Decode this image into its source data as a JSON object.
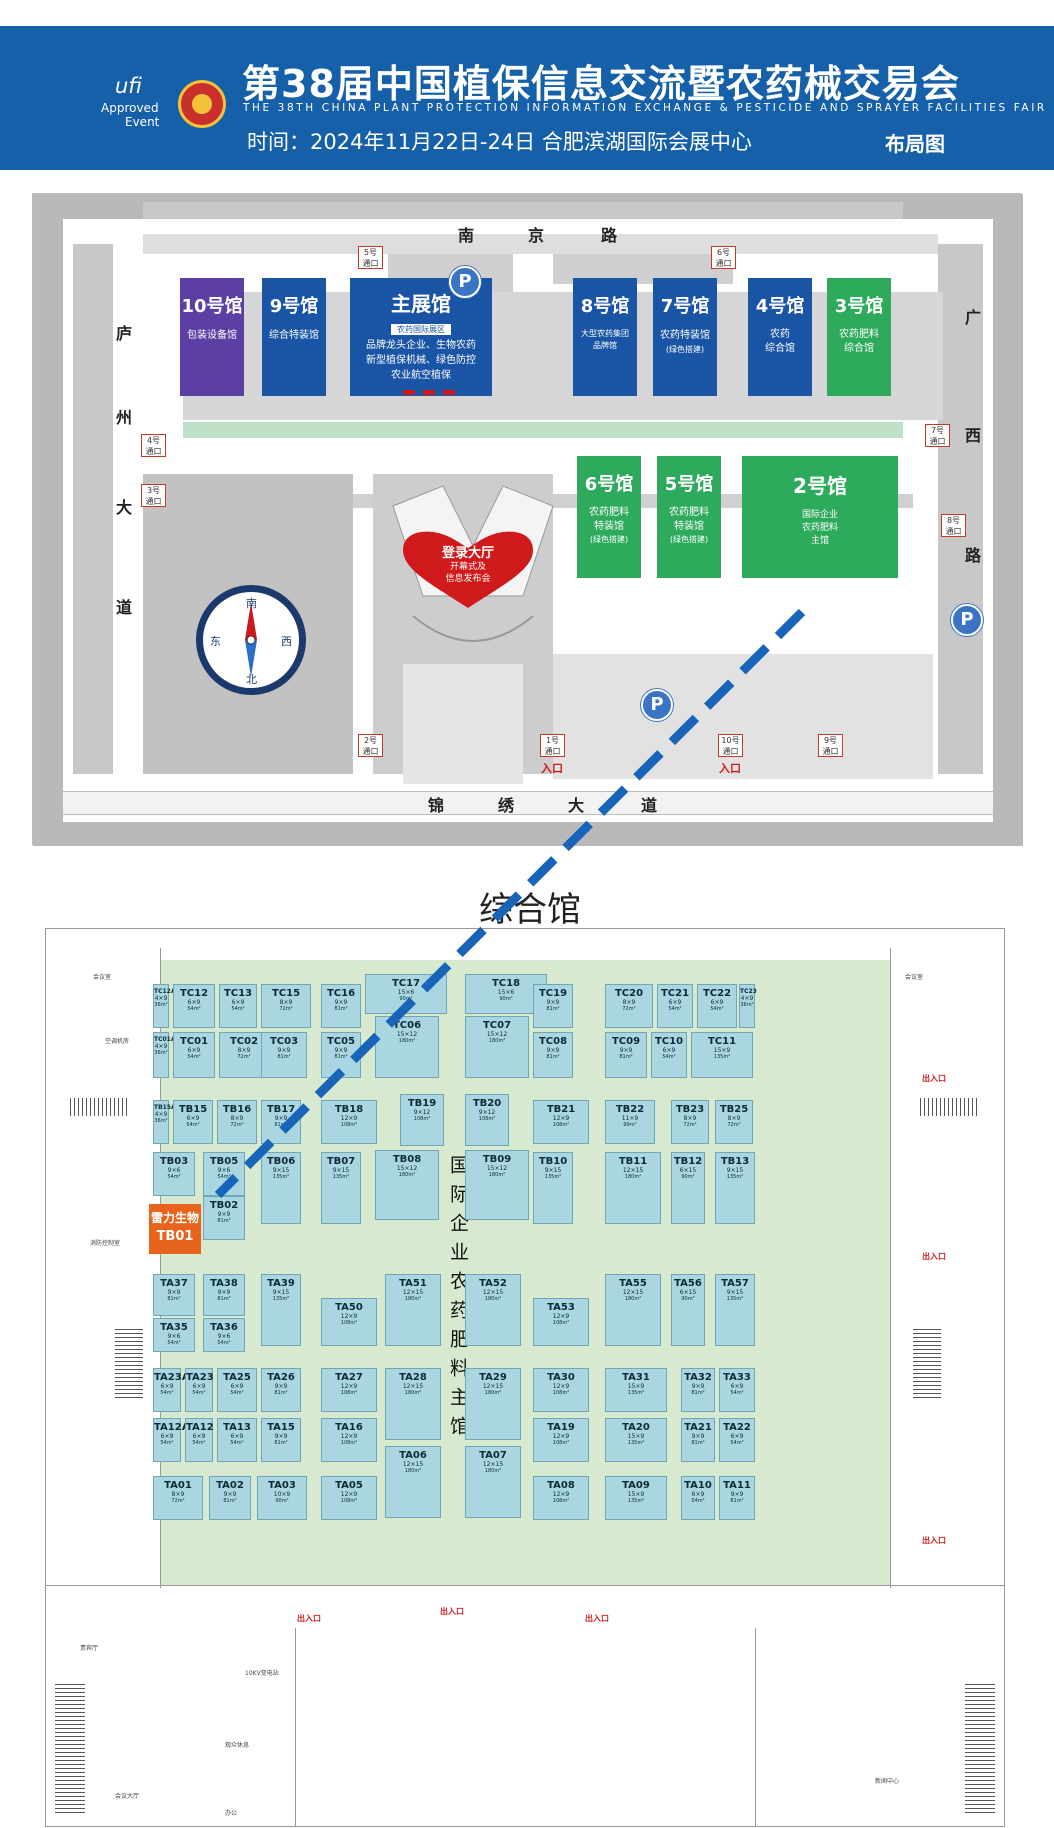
{
  "banner": {
    "ufi_logo": "ufi",
    "ufi_approved": "Approved",
    "ufi_event": "Event",
    "title": "第38届中国植保信息交流暨农药械交易会",
    "subtitle": "THE 38TH CHINA PLANT PROTECTION INFORMATION EXCHANGE & PESTICIDE AND SPRAYER FACILITIES FAIR",
    "time": "时间：2024年11月22日-24日   合肥滨湖国际会展中心",
    "layout_label": "布局图",
    "emblem_icon": "emblem-icon"
  },
  "site_map": {
    "roads": {
      "north": [
        "南",
        "京",
        "路"
      ],
      "west": [
        "庐",
        "州",
        "大",
        "道"
      ],
      "east": [
        "广",
        "西",
        "路"
      ],
      "south": [
        "锦",
        "绣",
        "大",
        "道"
      ]
    },
    "halls": {
      "h10": {
        "name": "10号馆",
        "desc": "包装设备馆"
      },
      "h9": {
        "name": "9号馆",
        "desc": "综合特装馆"
      },
      "main": {
        "name": "主展馆",
        "tag": "农药国际展区",
        "desc": "品牌龙头企业、生物农药\n新型植保机械、绿色防控\n农业航空植保"
      },
      "h8": {
        "name": "8号馆",
        "desc": "大型农药集团\n品牌馆"
      },
      "h7": {
        "name": "7号馆",
        "desc": "农药特装馆",
        "note": "(绿色搭建)"
      },
      "h4": {
        "name": "4号馆",
        "desc": "农药\n综合馆"
      },
      "h3": {
        "name": "3号馆",
        "desc": "农药肥料\n综合馆"
      },
      "h6": {
        "name": "6号馆",
        "desc": "农药肥料\n特装馆",
        "note": "(绿色搭建)"
      },
      "h5": {
        "name": "5号馆",
        "desc": "农药肥料\n特装馆",
        "note": "(绿色搭建)"
      },
      "h2": {
        "name": "2号馆",
        "desc": "国际企业\n农药肥料\n主馆"
      }
    },
    "hall_colors": {
      "purple": "#5b3fa4",
      "blue": "#1a55a5",
      "green": "#2eaa5c"
    },
    "lobby": {
      "name": "登录大厅",
      "desc": "开幕式及\n信息发布会"
    },
    "compass": {
      "n": "南",
      "s": "北",
      "e": "东",
      "w": "西"
    },
    "gates": {
      "g1": [
        "1号",
        "通口"
      ],
      "g2": [
        "2号",
        "通口"
      ],
      "g3": [
        "3号",
        "通口"
      ],
      "g4": [
        "4号",
        "通口"
      ],
      "g5": [
        "5号",
        "通口"
      ],
      "g6": [
        "6号",
        "通口"
      ],
      "g7": [
        "7号",
        "通口"
      ],
      "g8": [
        "8号",
        "通口"
      ],
      "g9": [
        "9号",
        "通口"
      ],
      "g10": [
        "10号",
        "通口"
      ]
    },
    "entrance_label": "入口",
    "parking_label": "P"
  },
  "floor_plan": {
    "title": "综合馆",
    "hall_vertical_text": "国际企业农药肥料主馆",
    "exit_label": "出入口",
    "highlight": {
      "company": "雷力生物",
      "booth": "TB01",
      "color": "#e8641c"
    },
    "booths": [
      {
        "id": "TC12A",
        "dim": "4×9",
        "area": "36m²"
      },
      {
        "id": "TC12",
        "dim": "6×9",
        "area": "54m²"
      },
      {
        "id": "TC13",
        "dim": "6×9",
        "area": "54m²"
      },
      {
        "id": "TC15",
        "dim": "8×9",
        "area": "72m²"
      },
      {
        "id": "TC16",
        "dim": "9×9",
        "area": "81m²"
      },
      {
        "id": "TC17",
        "dim": "15×6",
        "area": "90m²"
      },
      {
        "id": "TC18",
        "dim": "15×6",
        "area": "90m²"
      },
      {
        "id": "TC19",
        "dim": "9×9",
        "area": "81m²"
      },
      {
        "id": "TC20",
        "dim": "8×9",
        "area": "72m²"
      },
      {
        "id": "TC21",
        "dim": "6×9",
        "area": "54m²"
      },
      {
        "id": "TC22",
        "dim": "6×9",
        "area": "54m²"
      },
      {
        "id": "TC23",
        "dim": "4×9",
        "area": "36m²"
      },
      {
        "id": "TC01A",
        "dim": "4×9",
        "area": "36m²"
      },
      {
        "id": "TC01",
        "dim": "6×9",
        "area": "54m²"
      },
      {
        "id": "TC02",
        "dim": "8×9",
        "area": "72m²"
      },
      {
        "id": "TC03",
        "dim": "9×9",
        "area": "81m²"
      },
      {
        "id": "TC05",
        "dim": "9×9",
        "area": "81m²"
      },
      {
        "id": "TC06",
        "dim": "15×12",
        "area": "180m²"
      },
      {
        "id": "TC07",
        "dim": "15×12",
        "area": "180m²"
      },
      {
        "id": "TC08",
        "dim": "9×9",
        "area": "81m²"
      },
      {
        "id": "TC09",
        "dim": "9×9",
        "area": "81m²"
      },
      {
        "id": "TC10",
        "dim": "6×9",
        "area": "54m²"
      },
      {
        "id": "TC11",
        "dim": "15×9",
        "area": "135m²"
      },
      {
        "id": "TB15A",
        "dim": "4×9",
        "area": "36m²"
      },
      {
        "id": "TB15",
        "dim": "6×9",
        "area": "54m²"
      },
      {
        "id": "TB16",
        "dim": "8×9",
        "area": "72m²"
      },
      {
        "id": "TB17",
        "dim": "9×9",
        "area": "81m²"
      },
      {
        "id": "TB18",
        "dim": "12×9",
        "area": "108m²"
      },
      {
        "id": "TB19",
        "dim": "9×12",
        "area": "108m²"
      },
      {
        "id": "TB20",
        "dim": "9×12",
        "area": "108m²"
      },
      {
        "id": "TB21",
        "dim": "12×9",
        "area": "108m²"
      },
      {
        "id": "TB22",
        "dim": "11×9",
        "area": "99m²"
      },
      {
        "id": "TB23",
        "dim": "8×9",
        "area": "72m²"
      },
      {
        "id": "TB25",
        "dim": "8×9",
        "area": "72m²"
      },
      {
        "id": "TB03",
        "dim": "9×6",
        "area": "54m²"
      },
      {
        "id": "TB05",
        "dim": "9×6",
        "area": "54m²"
      },
      {
        "id": "TB02",
        "dim": "9×9",
        "area": "81m²"
      },
      {
        "id": "TB06",
        "dim": "9×15",
        "area": "135m²"
      },
      {
        "id": "TB07",
        "dim": "9×15",
        "area": "135m²"
      },
      {
        "id": "TB08",
        "dim": "15×12",
        "area": "180m²"
      },
      {
        "id": "TB09",
        "dim": "15×12",
        "area": "180m²"
      },
      {
        "id": "TB10",
        "dim": "9×15",
        "area": "135m²"
      },
      {
        "id": "TB11",
        "dim": "12×15",
        "area": "180m²"
      },
      {
        "id": "TB12",
        "dim": "6×15",
        "area": "90m²"
      },
      {
        "id": "TB13",
        "dim": "9×15",
        "area": "135m²"
      },
      {
        "id": "TA37",
        "dim": "9×9",
        "area": "81m²"
      },
      {
        "id": "TA38",
        "dim": "9×9",
        "area": "81m²"
      },
      {
        "id": "TA35",
        "dim": "9×6",
        "area": "54m²"
      },
      {
        "id": "TA36",
        "dim": "9×6",
        "area": "54m²"
      },
      {
        "id": "TA39",
        "dim": "9×15",
        "area": "135m²"
      },
      {
        "id": "TA50",
        "dim": "12×9",
        "area": "108m²"
      },
      {
        "id": "TA51",
        "dim": "12×15",
        "area": "180m²"
      },
      {
        "id": "TA52",
        "dim": "12×15",
        "area": "180m²"
      },
      {
        "id": "TA53",
        "dim": "12×9",
        "area": "108m²"
      },
      {
        "id": "TA55",
        "dim": "12×15",
        "area": "180m²"
      },
      {
        "id": "TA56",
        "dim": "6×15",
        "area": "90m²"
      },
      {
        "id": "TA57",
        "dim": "9×15",
        "area": "135m²"
      },
      {
        "id": "TA23A",
        "dim": "6×9",
        "area": "54m²"
      },
      {
        "id": "TA23",
        "dim": "6×9",
        "area": "54m²"
      },
      {
        "id": "TA25",
        "dim": "6×9",
        "area": "54m²"
      },
      {
        "id": "TA26",
        "dim": "9×9",
        "area": "81m²"
      },
      {
        "id": "TA27",
        "dim": "12×9",
        "area": "108m²"
      },
      {
        "id": "TA28",
        "dim": "12×15",
        "area": "180m²"
      },
      {
        "id": "TA29",
        "dim": "12×15",
        "area": "180m²"
      },
      {
        "id": "TA30",
        "dim": "12×9",
        "area": "108m²"
      },
      {
        "id": "TA31",
        "dim": "15×9",
        "area": "135m²"
      },
      {
        "id": "TA32",
        "dim": "9×9",
        "area": "81m²"
      },
      {
        "id": "TA33",
        "dim": "6×9",
        "area": "54m²"
      },
      {
        "id": "TA12A",
        "dim": "6×9",
        "area": "54m²"
      },
      {
        "id": "TA12",
        "dim": "6×9",
        "area": "54m²"
      },
      {
        "id": "TA13",
        "dim": "6×9",
        "area": "54m²"
      },
      {
        "id": "TA15",
        "dim": "9×9",
        "area": "81m²"
      },
      {
        "id": "TA16",
        "dim": "12×9",
        "area": "108m²"
      },
      {
        "id": "TA06",
        "dim": "12×15",
        "area": "180m²"
      },
      {
        "id": "TA07",
        "dim": "12×15",
        "area": "180m²"
      },
      {
        "id": "TA19",
        "dim": "12×9",
        "area": "108m²"
      },
      {
        "id": "TA20",
        "dim": "15×9",
        "area": "135m²"
      },
      {
        "id": "TA21",
        "dim": "9×9",
        "area": "81m²"
      },
      {
        "id": "TA22",
        "dim": "6×9",
        "area": "54m²"
      },
      {
        "id": "TA01",
        "dim": "8×9",
        "area": "72m²"
      },
      {
        "id": "TA02",
        "dim": "9×9",
        "area": "81m²"
      },
      {
        "id": "TA03",
        "dim": "10×9",
        "area": "90m²"
      },
      {
        "id": "TA05",
        "dim": "12×9",
        "area": "108m²"
      },
      {
        "id": "TA08",
        "dim": "12×9",
        "area": "108m²"
      },
      {
        "id": "TA09",
        "dim": "15×9",
        "area": "135m²"
      },
      {
        "id": "TA10",
        "dim": "6×9",
        "area": "54m²"
      },
      {
        "id": "TA11",
        "dim": "9×9",
        "area": "81m²"
      }
    ],
    "rooms": {
      "meeting_left": "会议室",
      "meeting_right": "会议室",
      "ac_room": "空调机房",
      "fire": "消防控制室",
      "conf_hall": "会议大厅",
      "news": "新闻中心",
      "transformer": "10KV变电站",
      "mezzanine": "观众休息",
      "vip": "贵宾厅",
      "staff": "办公"
    },
    "room_keys": [
      "meeting_left",
      "ac_room",
      "fire",
      "transformer",
      "vip",
      "mezzanine",
      "conf_hall",
      "staff",
      "meeting_right",
      "news"
    ]
  }
}
